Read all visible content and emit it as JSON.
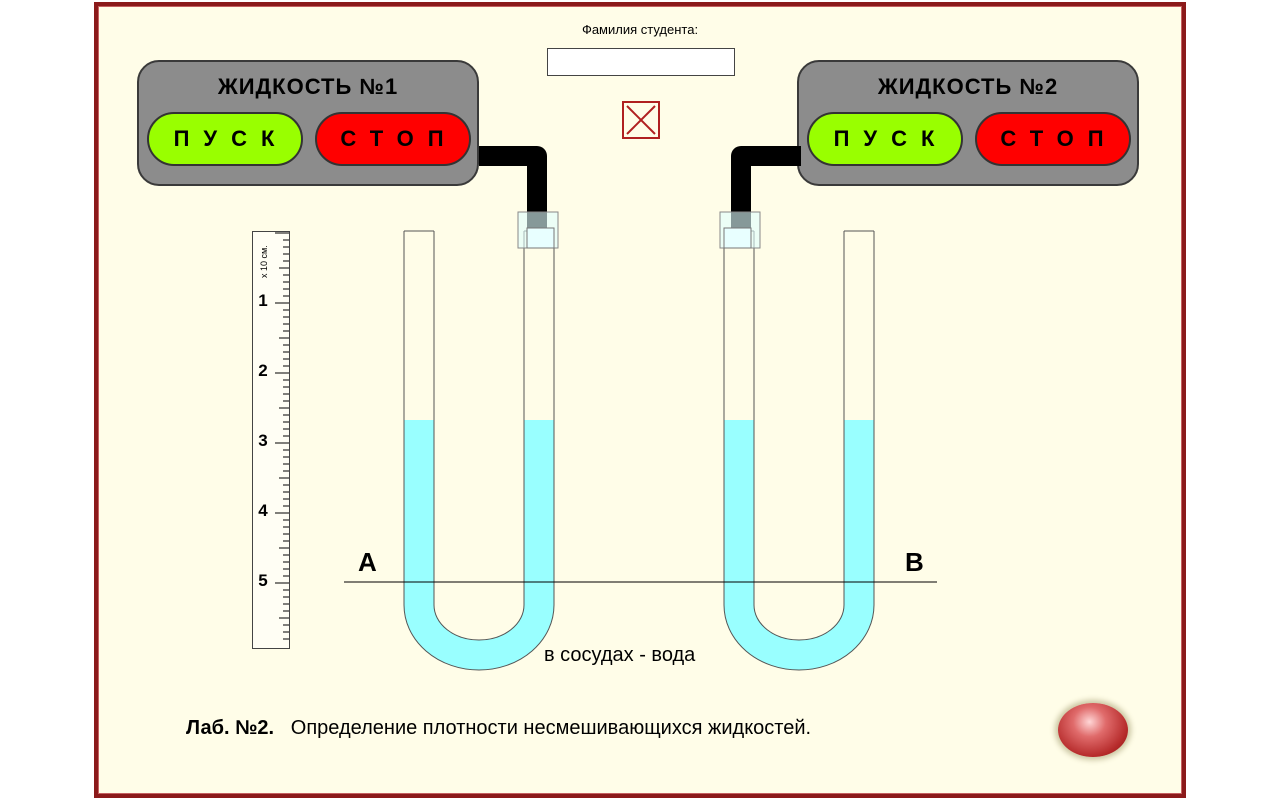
{
  "student": {
    "label": "Фамилия студента:",
    "value": ""
  },
  "liquid1": {
    "title": "ЖИДКОСТЬ №1",
    "start": "ПУСК",
    "stop": "СТОП"
  },
  "liquid2": {
    "title": "ЖИДКОСТЬ №2",
    "start": "ПУСК",
    "stop": "СТОП"
  },
  "close": {
    "icon": "close-icon"
  },
  "ruler": {
    "unit": "x 10 см.",
    "marks": [
      "1",
      "2",
      "3",
      "4",
      "5"
    ]
  },
  "points": {
    "a": "A",
    "b": "B"
  },
  "vessels_text": "в сосудах -  вода",
  "footer": {
    "lab": "Лаб. №2.",
    "title": "Определение плотности несмешивающихся жидкостей."
  },
  "colors": {
    "frame": "#8b1a1a",
    "background": "#fffde8",
    "liquid": "#99ffff",
    "start": "#99ff00",
    "stop": "#ff0000",
    "panel": "#8c8c8c"
  }
}
